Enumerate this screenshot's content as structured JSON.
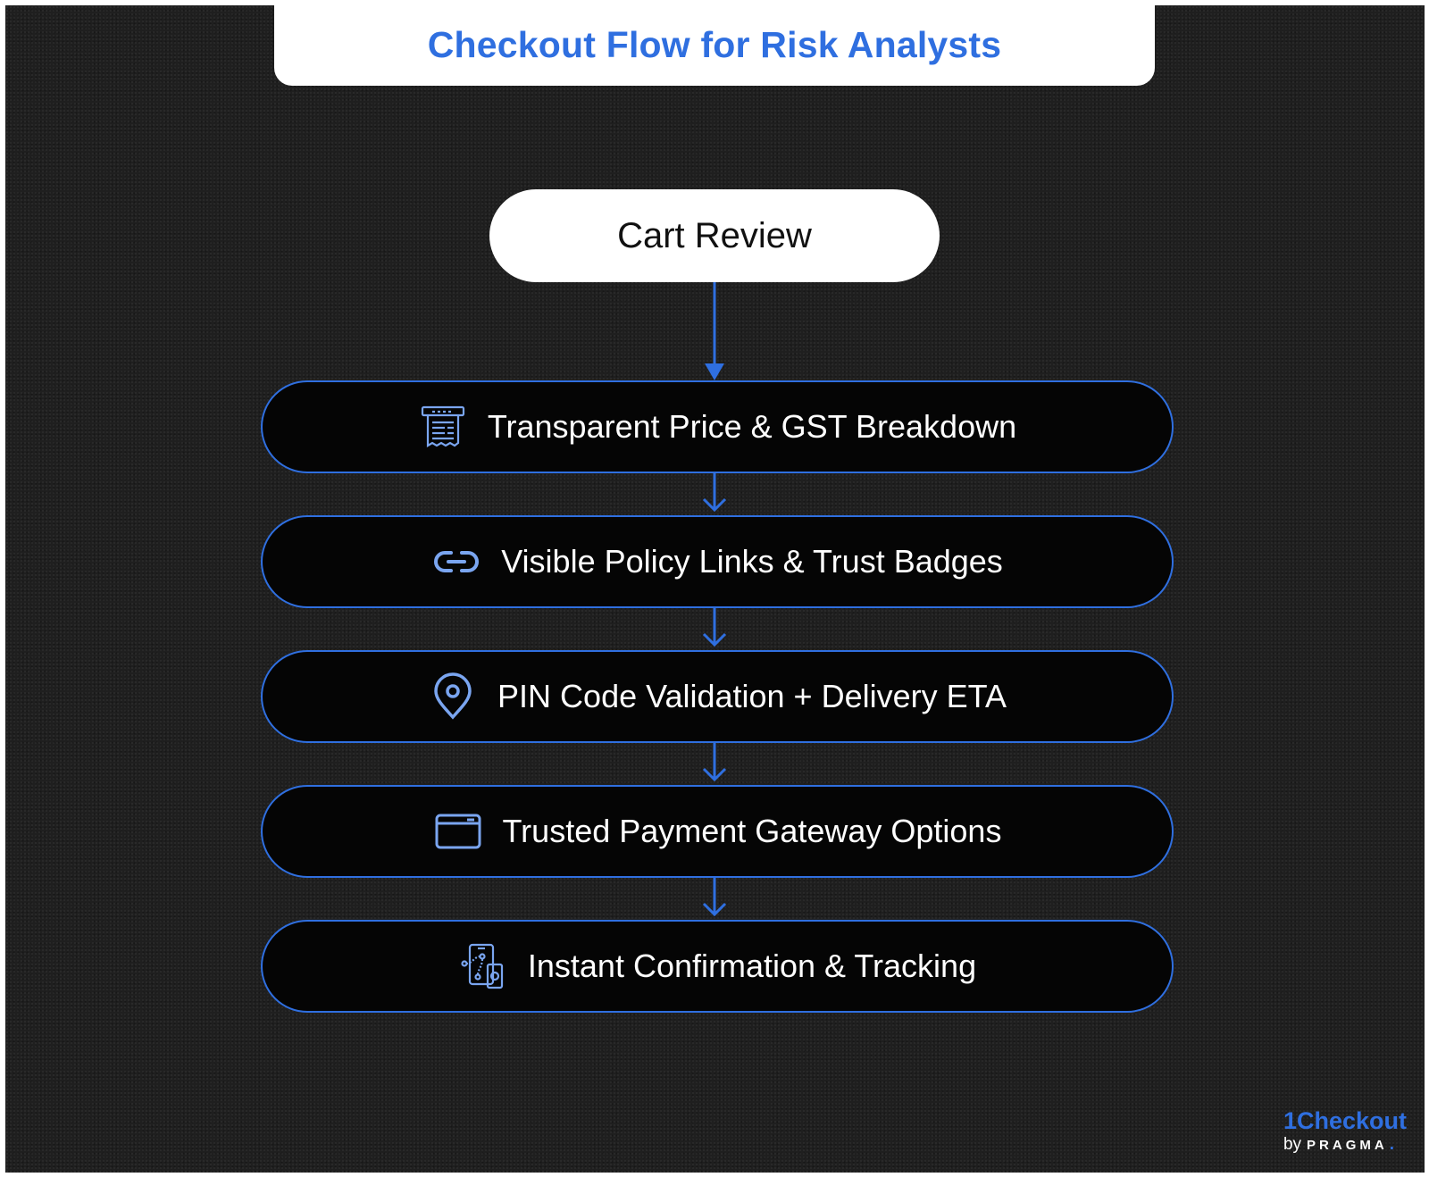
{
  "title": "Checkout Flow for Risk Analysts",
  "start_node": {
    "label": "Cart Review"
  },
  "steps": [
    {
      "label": "Transparent Price & GST Breakdown",
      "icon": "receipt-icon"
    },
    {
      "label": "Visible Policy Links & Trust Badges",
      "icon": "link-icon"
    },
    {
      "label": "PIN Code Validation + Delivery ETA",
      "icon": "location-pin-icon"
    },
    {
      "label": "Trusted Payment Gateway Options",
      "icon": "credit-card-icon"
    },
    {
      "label": "Instant Confirmation & Tracking",
      "icon": "phone-tracking-icon"
    }
  ],
  "brand": {
    "name": "1Checkout",
    "by": "by",
    "company": "PRAGMA",
    "dot": "."
  },
  "colors": {
    "accent": "#2f6fe0",
    "background": "#1f1f1f",
    "node_fill": "#050505"
  }
}
